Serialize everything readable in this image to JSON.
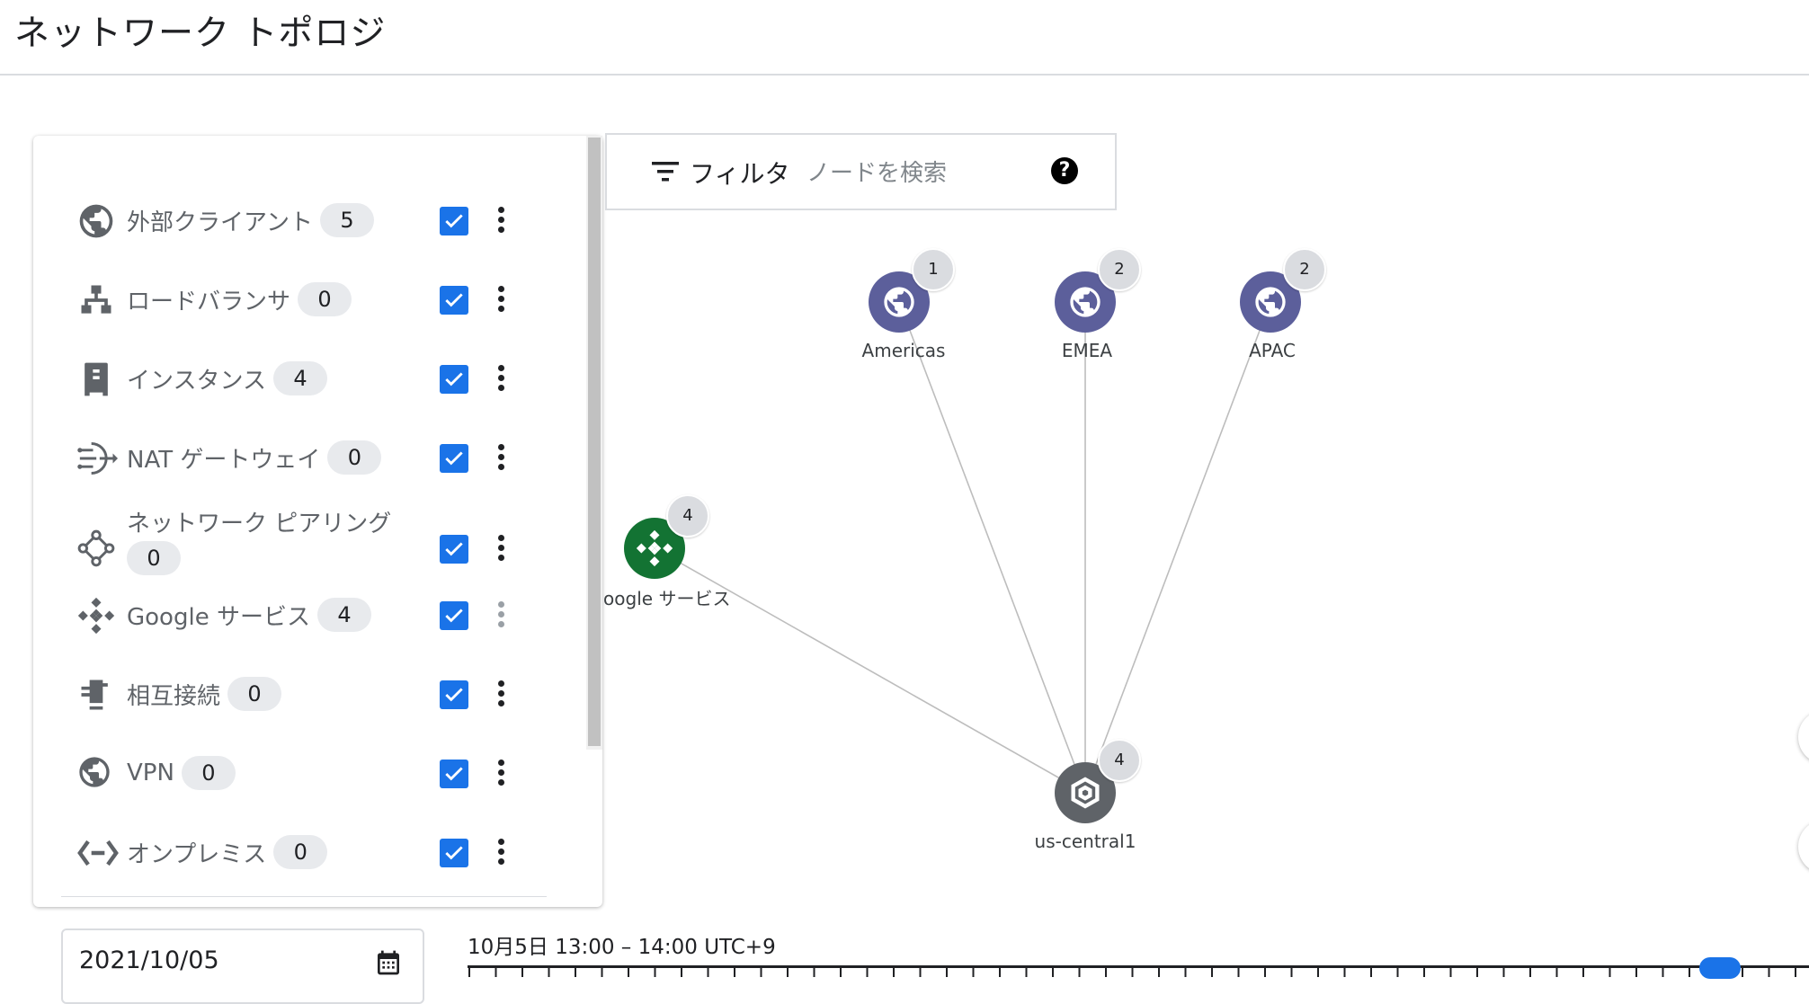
{
  "page": {
    "title": "ネットワーク トポロジ"
  },
  "colors": {
    "accent": "#1a73e8",
    "region_node": "#5c5f9b",
    "google_node": "#137333",
    "zone_node": "#5f6368"
  },
  "sidebar": {
    "items": [
      {
        "icon": "globe-icon",
        "label": "外部クライアント",
        "count": "5",
        "checked": true
      },
      {
        "icon": "load-balancer-icon",
        "label": "ロードバランサ",
        "count": "0",
        "checked": true
      },
      {
        "icon": "instance-icon",
        "label": "インスタンス",
        "count": "4",
        "checked": true
      },
      {
        "icon": "nat-gateway-icon",
        "label": "NAT ゲートウェイ",
        "count": "0",
        "checked": true
      },
      {
        "icon": "network-peering-icon",
        "label": "ネットワーク ピアリング",
        "count": "0",
        "checked": true
      },
      {
        "icon": "google-services-icon",
        "label": "Google サービス",
        "count": "4",
        "checked": true
      },
      {
        "icon": "interconnect-icon",
        "label": "相互接続",
        "count": "0",
        "checked": true
      },
      {
        "icon": "vpn-icon",
        "label": "VPN",
        "count": "0",
        "checked": true
      },
      {
        "icon": "on-premises-icon",
        "label": "オンプレミス",
        "count": "0",
        "checked": true
      }
    ]
  },
  "filter": {
    "label": "フィルタ",
    "placeholder": "ノードを検索",
    "help": "?"
  },
  "graph": {
    "nodes": [
      {
        "label": "Americas",
        "count": "1",
        "kind": "region"
      },
      {
        "label": "EMEA",
        "count": "2",
        "kind": "region"
      },
      {
        "label": "APAC",
        "count": "2",
        "kind": "region"
      },
      {
        "label": "Google サービス",
        "count": "4",
        "kind": "google"
      },
      {
        "label": "us-central1",
        "count": "4",
        "kind": "zone"
      }
    ]
  },
  "footer": {
    "date": "2021/10/05",
    "range": "10月5日 13:00 – 14:00 UTC+9"
  }
}
